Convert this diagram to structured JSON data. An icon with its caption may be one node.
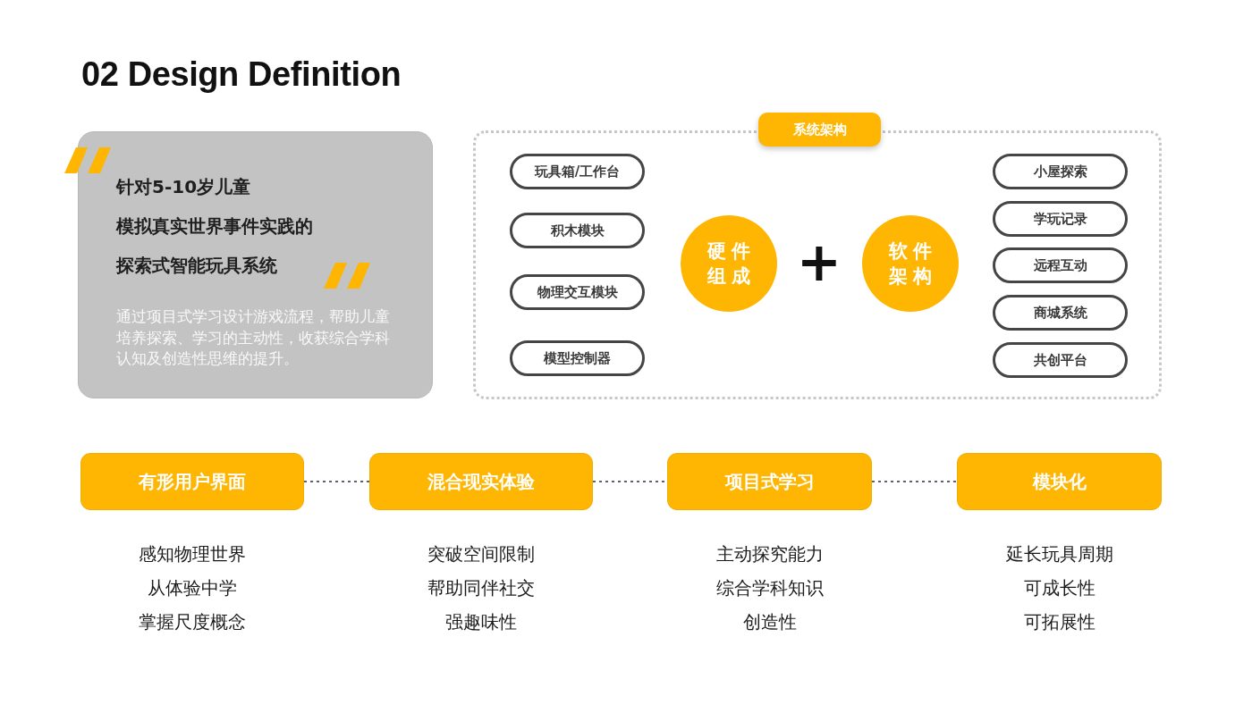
{
  "diagram": {
    "title": "02 Design Definition",
    "nodes": [
      {
        "text": [
          "针对5-10岁儿童",
          "模拟真实世界事件实践的",
          "探索式智能玩具系统",
          "通过项目式学习设计游戏流程，帮助儿童培养探索、学习的主动性，收获综合学科认知及创造性思维的提升。"
        ]
      },
      {
        "text": [
          "系统架构"
        ]
      },
      {
        "text": [
          "玩具箱/工作台"
        ],
        "in": 1
      },
      {
        "text": [
          "积木模块"
        ],
        "in": 1
      },
      {
        "text": [
          "物理交互模块"
        ],
        "in": 1
      },
      {
        "text": [
          "模型控制器"
        ],
        "in": 1
      },
      {
        "text": [
          "硬件组成"
        ],
        "in": 1
      },
      {
        "text": [
          "软件架构"
        ],
        "in": 1
      },
      {
        "text": [
          "小屋探索"
        ],
        "in": 1
      },
      {
        "text": [
          "学玩记录"
        ],
        "in": 1
      },
      {
        "text": [
          "远程互动"
        ],
        "in": 1
      },
      {
        "text": [
          "商城系统"
        ],
        "in": 1
      },
      {
        "text": [
          "共创平台"
        ],
        "in": 1
      },
      {
        "text": [
          "有形用户界面"
        ],
        "beside": [
          "感知物理世界",
          "从体验中学",
          "掌握尺度概念"
        ]
      },
      {
        "text": [
          "混合现实体验"
        ],
        "beside": [
          "突破空间限制",
          "帮助同伴社交",
          "强趣味性"
        ]
      },
      {
        "text": [
          "项目式学习"
        ],
        "beside": [
          "主动探究能力",
          "综合学科知识",
          "创造性"
        ]
      },
      {
        "text": [
          "模块化"
        ],
        "beside": [
          "延长玩具周期",
          "可成长性",
          "可拓展性"
        ]
      }
    ],
    "edges": [
      {
        "from": 13,
        "to": 14,
        "arrow": "none",
        "style": "dashed"
      },
      {
        "from": 14,
        "to": 15,
        "arrow": "none",
        "style": "dashed"
      },
      {
        "from": 15,
        "to": 16,
        "arrow": "none",
        "style": "dashed"
      }
    ],
    "labels": [
      "+"
    ]
  }
}
